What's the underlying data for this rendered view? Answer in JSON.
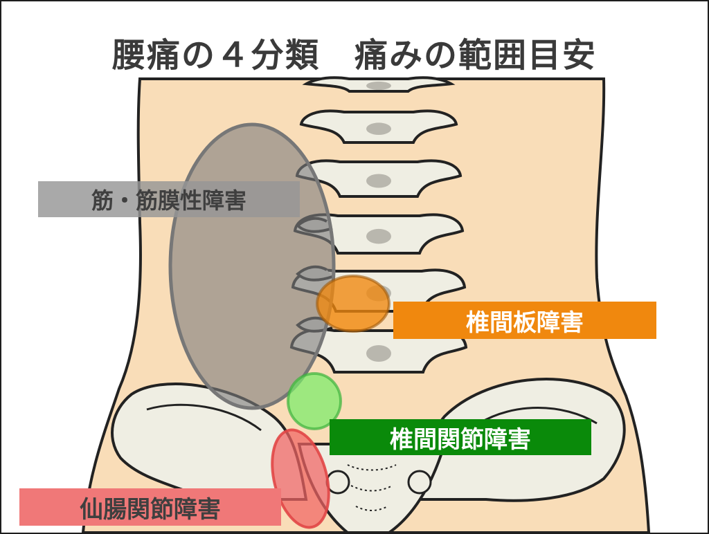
{
  "title": "腰痛の４分類　痛みの範囲目安",
  "colors": {
    "skin": "#f9ddb8",
    "bone": "#efeee3",
    "outline": "#222222",
    "muscle": "#7d7d7d",
    "disc": "#f0880e",
    "facet": "#0a8a0a",
    "facet_fill": "#8cf07a",
    "si": "#f07878"
  },
  "labels": {
    "muscle": "筋・筋膜性障害",
    "disc": "椎間板障害",
    "facet": "椎間関節障害",
    "si": "仙腸関節障害"
  }
}
